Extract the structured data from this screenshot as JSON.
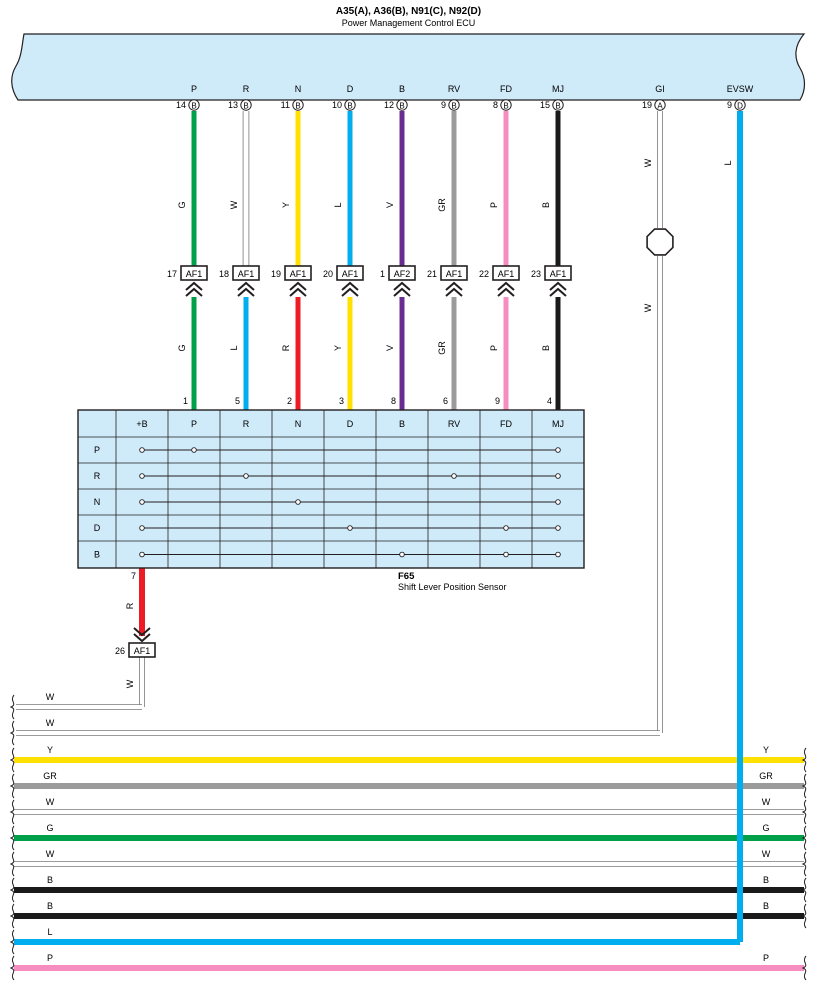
{
  "ecu": {
    "code": "A35(A), A36(B), N91(C), N92(D)",
    "name": "Power Management Control ECU",
    "pins": [
      {
        "label": "P",
        "num": "14",
        "conn": "B"
      },
      {
        "label": "R",
        "num": "13",
        "conn": "B"
      },
      {
        "label": "N",
        "num": "11",
        "conn": "B"
      },
      {
        "label": "D",
        "num": "10",
        "conn": "B"
      },
      {
        "label": "B",
        "num": "12",
        "conn": "B"
      },
      {
        "label": "RV",
        "num": "9",
        "conn": "B"
      },
      {
        "label": "FD",
        "num": "8",
        "conn": "B"
      },
      {
        "label": "MJ",
        "num": "15",
        "conn": "B"
      },
      {
        "label": "GI",
        "num": "19",
        "conn": "A"
      },
      {
        "label": "EVSW",
        "num": "9",
        "conn": "D"
      }
    ]
  },
  "wires_upper": [
    "G",
    "W",
    "Y",
    "L",
    "V",
    "GR",
    "P",
    "B",
    "W",
    "L"
  ],
  "junctions": [
    {
      "num": "17",
      "code": "AF1"
    },
    {
      "num": "18",
      "code": "AF1"
    },
    {
      "num": "19",
      "code": "AF1"
    },
    {
      "num": "20",
      "code": "AF1"
    },
    {
      "num": "1",
      "code": "AF2"
    },
    {
      "num": "21",
      "code": "AF1"
    },
    {
      "num": "22",
      "code": "AF1"
    },
    {
      "num": "23",
      "code": "AF1"
    }
  ],
  "wires_lower": [
    "G",
    "L",
    "R",
    "Y",
    "V",
    "GR",
    "P",
    "B"
  ],
  "gi_lower_wire": "W",
  "sensor": {
    "code": "F65",
    "name": "Shift Lever Position Sensor",
    "pin_numbers": [
      "1",
      "5",
      "2",
      "3",
      "8",
      "6",
      "9",
      "4"
    ],
    "columns": [
      "+B",
      "P",
      "R",
      "N",
      "D",
      "B",
      "RV",
      "FD",
      "MJ"
    ],
    "rows": [
      {
        "label": "P",
        "conn": [
          1,
          1,
          0,
          0,
          0,
          0,
          0,
          0,
          1
        ]
      },
      {
        "label": "R",
        "conn": [
          1,
          0,
          1,
          0,
          0,
          0,
          1,
          0,
          1
        ]
      },
      {
        "label": "N",
        "conn": [
          1,
          0,
          0,
          1,
          0,
          0,
          0,
          0,
          1
        ]
      },
      {
        "label": "D",
        "conn": [
          1,
          0,
          0,
          0,
          1,
          0,
          0,
          1,
          1
        ]
      },
      {
        "label": "B",
        "conn": [
          1,
          0,
          0,
          0,
          0,
          1,
          0,
          1,
          1
        ]
      }
    ],
    "plus_b_pin": "7",
    "plus_b_wire": "R"
  },
  "junction_bottom": {
    "num": "26",
    "code": "AF1",
    "wire": "W"
  },
  "bus": [
    {
      "left": "W",
      "right": "",
      "color": "#ffffff"
    },
    {
      "left": "W",
      "right": "",
      "color": "#ffffff"
    },
    {
      "left": "Y",
      "right": "Y",
      "color": "#ffe000"
    },
    {
      "left": "GR",
      "right": "GR",
      "color": "#9b9b9b"
    },
    {
      "left": "W",
      "right": "W",
      "color": "#ffffff"
    },
    {
      "left": "G",
      "right": "G",
      "color": "#00a04a"
    },
    {
      "left": "W",
      "right": "W",
      "color": "#ffffff"
    },
    {
      "left": "B",
      "right": "B",
      "color": "#1a1a1a"
    },
    {
      "left": "B",
      "right": "B",
      "color": "#1a1a1a"
    },
    {
      "left": "L",
      "right": "",
      "color": "#00aeef"
    },
    {
      "left": "P",
      "right": "P",
      "color": "#f68cc0"
    }
  ],
  "colors": {
    "G": "#00a04a",
    "W": "#ffffff",
    "Y": "#ffe000",
    "L": "#00aeef",
    "V": "#6a2c91",
    "GR": "#9b9b9b",
    "P": "#f68cc0",
    "B": "#1a1a1a",
    "R": "#ed1c24",
    "panel": "#cfeaf9",
    "outline": "#231f20"
  }
}
